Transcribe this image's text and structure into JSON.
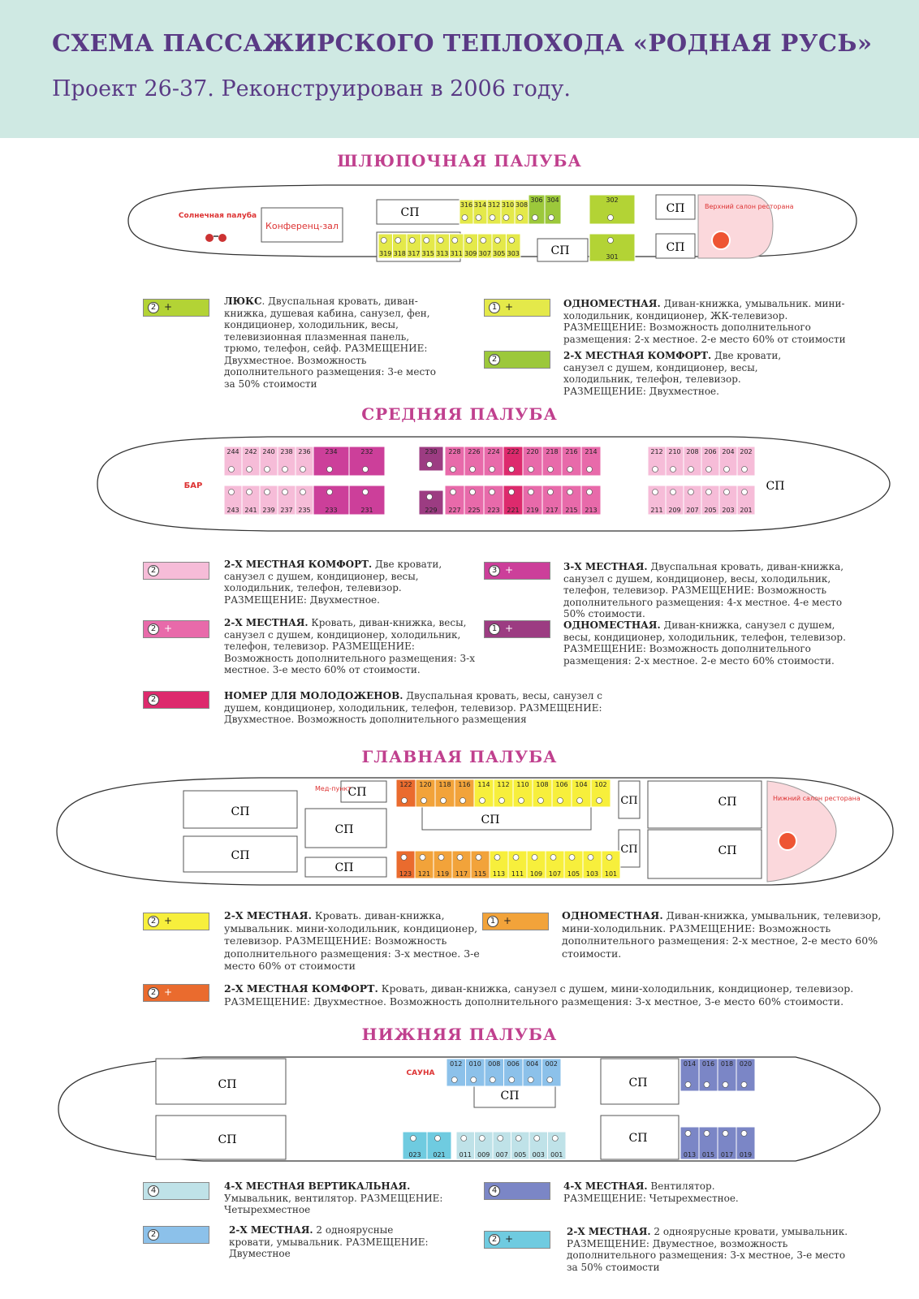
{
  "header": {
    "title": "СХЕМА ПАССАЖИРСКОГО ТЕПЛОХОДА «РОДНАЯ РУСЬ»",
    "subtitle": "Проект 26-37. Реконструирован в 2006 году."
  },
  "colors": {
    "lux": "#b3d335",
    "single_boat": "#e4e94a",
    "comfort_boat": "#9cc83b",
    "comfort_mid": "#f6bcd8",
    "double_mid": "#e86aaa",
    "newlywed": "#dd2a6d",
    "triple_mid": "#cc3f9a",
    "single_mid": "#9c3c82",
    "double_main": "#f7ef3c",
    "single_main": "#f2a33a",
    "comfort_main": "#ea6b2e",
    "quad_vert": "#bfe2e8",
    "quad": "#7b86c6",
    "double_low": "#8cc1ea",
    "double_low_plus": "#6fcbe0"
  },
  "decks": {
    "boat": {
      "title": "ШЛЮПОЧНАЯ ПАЛУБА",
      "sun_deck": "Солнечная палуба",
      "conference": "Конференц-зал",
      "upper_restaurant": "Верхний салон ресторана",
      "sp": "СП",
      "top_row": [
        "316",
        "314",
        "312",
        "310",
        "308",
        "306",
        "304",
        "302"
      ],
      "bottom_row": [
        "319",
        "318",
        "317",
        "315",
        "313",
        "311",
        "309",
        "307",
        "305",
        "303",
        "301"
      ]
    },
    "middle": {
      "title": "СРЕДНЯЯ ПАЛУБА",
      "bar": "БАР",
      "sp": "СП",
      "top_left": [
        "244",
        "242",
        "240",
        "238",
        "236",
        "234",
        "232"
      ],
      "top_mid": [
        "230"
      ],
      "top_right": [
        "228",
        "226",
        "224",
        "222",
        "220",
        "218",
        "216",
        "214"
      ],
      "top_fore": [
        "212",
        "210",
        "208",
        "206",
        "204",
        "202"
      ],
      "bot_left": [
        "243",
        "241",
        "239",
        "237",
        "235",
        "233",
        "231"
      ],
      "bot_mid": [
        "229"
      ],
      "bot_right": [
        "227",
        "225",
        "223",
        "221",
        "219",
        "217",
        "215",
        "213"
      ],
      "bot_fore": [
        "211",
        "209",
        "207",
        "205",
        "203",
        "201"
      ]
    },
    "main": {
      "title": "ГЛАВНАЯ ПАЛУБА",
      "med": "Мед-пункт",
      "lower_restaurant": "Нижний салон ресторана",
      "sp": "СП",
      "top_row": [
        "122",
        "120",
        "118",
        "116",
        "114",
        "112",
        "110",
        "108",
        "106",
        "104",
        "102"
      ],
      "bottom_row": [
        "123",
        "121",
        "119",
        "117",
        "115",
        "113",
        "111",
        "109",
        "107",
        "105",
        "103",
        "101"
      ]
    },
    "lower": {
      "title": "НИЖНЯЯ ПАЛУБА",
      "sauna": "САУНА",
      "sp": "СП",
      "top_row": [
        "012",
        "010",
        "008",
        "006",
        "004",
        "002"
      ],
      "bottom_row": [
        "023",
        "021",
        "011",
        "009",
        "007",
        "005",
        "003",
        "001"
      ],
      "quad_top": [
        "014",
        "016",
        "018",
        "020"
      ],
      "quad_bottom": [
        "013",
        "015",
        "017",
        "019"
      ]
    }
  },
  "legend": {
    "lux": {
      "title": "ЛЮКС",
      "text": ". Двуспальная кровать, диван-книжка, душевая кабина, санузел, фен, кондиционер, холодильник, весы, телевизионная плазменная панель, трюмо, телефон, сейф. РАЗМЕЩЕНИЕ: Двухместное. Возможность дополнительного размещения: 3-е место за 50% стоимости",
      "num": "2",
      "plus": "+"
    },
    "single_boat": {
      "title": "ОДНОМЕСТНАЯ.",
      "text": " Диван-книжка, умывальник. мини-холодильник, кондиционер, ЖК-телевизор. РАЗМЕЩЕНИЕ: Возможность дополнительного размещения: 2-х местное. 2-е место 60% от стоимости",
      "num": "1",
      "plus": "+"
    },
    "comfort_boat": {
      "title": "2-Х МЕСТНАЯ КОМФОРТ.",
      "text": " Две кровати, санузел с душем, кондиционер, весы, холодильник, телефон, телевизор. РАЗМЕЩЕНИЕ: Двухместное.",
      "num": "2"
    },
    "comfort_mid": {
      "title": "2-Х МЕСТНАЯ КОМФОРТ.",
      "text": " Две кровати, санузел с душем, кондиционер, весы, холодильник, телефон, телевизор. РАЗМЕЩЕНИЕ: Двухместное.",
      "num": "2"
    },
    "triple_mid": {
      "title": "3-Х МЕСТНАЯ.",
      "text": " Двуспальная кровать, диван-книжка, санузел с душем, кондиционер, весы, холодильник, телефон, телевизор. РАЗМЕЩЕНИЕ: Возможность дополнительного размещения: 4-х местное. 4-е место 50% стоимости.",
      "num": "3",
      "plus": "+"
    },
    "double_mid": {
      "title": "2-Х МЕСТНАЯ.",
      "text": " Кровать, диван-книжка, весы, санузел с душем, кондиционер, холодильник, телефон, телевизор. РАЗМЕЩЕНИЕ: Возможность дополнительного размещения: 3-х местное. 3-е место 60% от стоимости.",
      "num": "2",
      "plus": "+"
    },
    "single_mid": {
      "title": "ОДНОМЕСТНАЯ.",
      "text": " Диван-книжка, санузел с душем, весы, кондиционер, холодильник, телефон, телевизор. РАЗМЕЩЕНИЕ: Возможность дополнительного размещения: 2-х местное. 2-е место 60% стоимости.",
      "num": "1",
      "plus": "+"
    },
    "newlywed": {
      "title": "НОМЕР ДЛЯ МОЛОДОЖЕНОВ.",
      "text": " Двуспальная кровать, весы, санузел с душем, кондиционер, холодильник, телефон, телевизор. РАЗМЕЩЕНИЕ: Двухместное. Возможность дополнительного размещения",
      "num": "2"
    },
    "double_main": {
      "title": "2-Х МЕСТНАЯ.",
      "text": " Кровать. диван-книжка, умывальник. мини-холодильник, кондиционер, телевизор. РАЗМЕЩЕНИЕ: Возможность дополнительного размещения: 3-х местное. 3-е место 60% от стоимости",
      "num": "2",
      "plus": "+"
    },
    "single_main": {
      "title": "ОДНОМЕСТНАЯ.",
      "text": " Диван-книжка, умывальник, телевизор, мини-холодильник. РАЗМЕЩЕНИЕ: Возможность дополнительного размещения: 2-х местное, 2-е место 60% стоимости.",
      "num": "1",
      "plus": "+"
    },
    "comfort_main": {
      "title": "2-Х МЕСТНАЯ КОМФОРТ.",
      "text": " Кровать, диван-книжка, санузел с душем, мини-холодильник, кондиционер, телевизор. РАЗМЕЩЕНИЕ: Двухместное. Возможность дополнительного размещения: 3-х местное, 3-е место 60% стоимости.",
      "num": "2",
      "plus": "+"
    },
    "quad_vert": {
      "title": "4-Х МЕСТНАЯ ВЕРТИКАЛЬНАЯ.",
      "text": " Умывальник, вентилятор. РАЗМЕЩЕНИЕ: Четырехместное",
      "num": "4"
    },
    "quad": {
      "title": "4-Х МЕСТНАЯ.",
      "text": " Вентилятор. РАЗМЕЩЕНИЕ: Четырехместное.",
      "num": "4"
    },
    "double_low": {
      "title": "2-Х МЕСТНАЯ.",
      "text": " 2 одноярусные кровати, умывальник. РАЗМЕЩЕНИЕ: Двуместное",
      "num": "2"
    },
    "double_low_plus": {
      "title": "2-Х МЕСТНАЯ.",
      "text": " 2 одноярусные кровати, умывальник. РАЗМЕЩЕНИЕ: Двуместное, возможность дополнительного размещения: 3-х местное, 3-е место за 50% стоимости",
      "num": "2",
      "plus": "+"
    }
  }
}
